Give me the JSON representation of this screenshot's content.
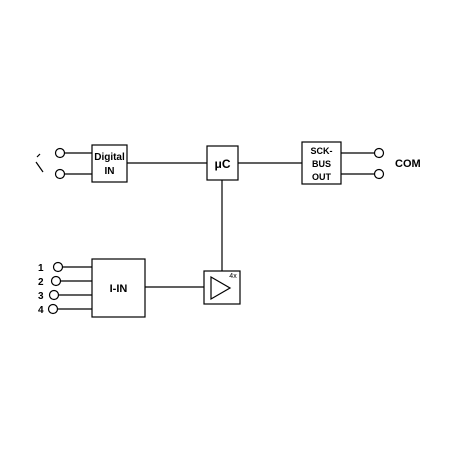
{
  "blocks": {
    "digital_in": {
      "line1": "Digital",
      "line2": "IN"
    },
    "microcontroller": {
      "label": "μC"
    },
    "sck_bus": {
      "line1": "SCK-",
      "line2": "BUS",
      "line3": "OUT"
    },
    "current_in": {
      "label": "I-IN"
    },
    "amplifier": {
      "gain": "4x"
    }
  },
  "terminals": {
    "com": "COM",
    "inputs": [
      "1",
      "2",
      "3",
      "4"
    ]
  }
}
